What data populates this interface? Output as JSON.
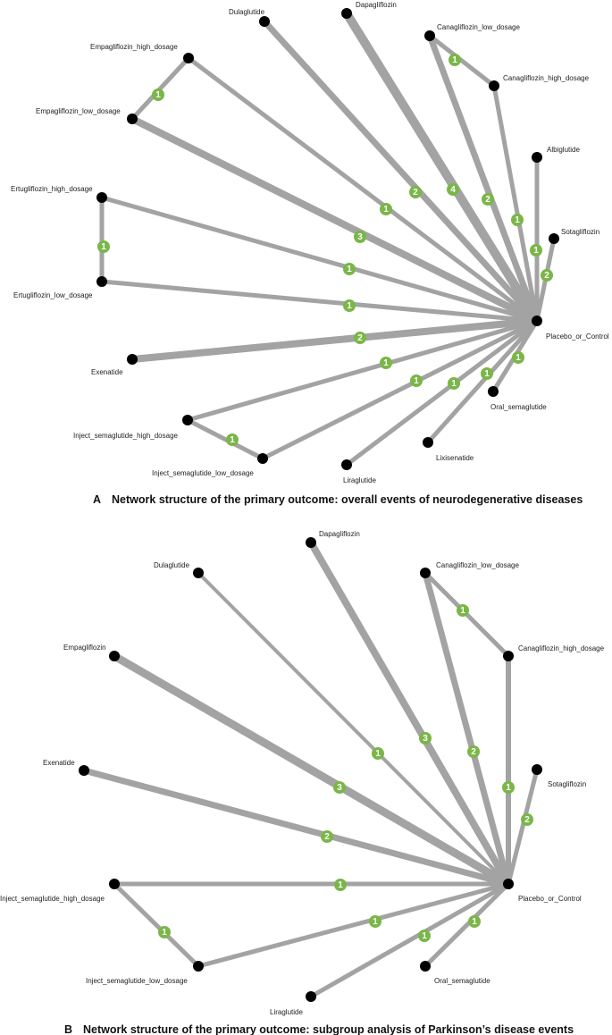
{
  "panels": [
    {
      "id": "A",
      "caption_letter": "A",
      "caption_text": "Network structure of the primary outcome: overall events of neurodegenerative diseases",
      "nodes": [
        {
          "id": "Dulaglutide",
          "label": "Dulaglutide"
        },
        {
          "id": "Dapagliflozin",
          "label": "Dapagliflozin"
        },
        {
          "id": "Canagliflozin_low_dosage",
          "label": "Canagliflozin_low_dosage"
        },
        {
          "id": "Canagliflozin_high_dosage",
          "label": "Canagliflozin_high_dosage"
        },
        {
          "id": "Empagliflozin_high_dosage",
          "label": "Empagliflozin_high_dosage"
        },
        {
          "id": "Empagliflozin_low_dosage",
          "label": "Empagliflozin_low_dosage"
        },
        {
          "id": "Albiglutide",
          "label": "Albiglutide"
        },
        {
          "id": "Ertugliflozin_high_dosage",
          "label": "Ertugliflozin_high_dosage"
        },
        {
          "id": "Sotagliflozin",
          "label": "Sotagliflozin"
        },
        {
          "id": "Ertugliflozin_low_dosage",
          "label": "Ertugliflozin_low_dosage"
        },
        {
          "id": "Placebo_or_Control",
          "label": "Placebo_or_Control"
        },
        {
          "id": "Exenatide",
          "label": "Exenatide"
        },
        {
          "id": "Oral_semaglutide",
          "label": "Oral_semaglutide"
        },
        {
          "id": "Inject_semaglutide_high_dosage",
          "label": "Inject_semaglutide_high_dosage"
        },
        {
          "id": "Inject_semaglutide_low_dosage",
          "label": "Inject_semaglutide_low_dosage"
        },
        {
          "id": "Lixisenatide",
          "label": "Lixisenatide"
        },
        {
          "id": "Liraglutide",
          "label": "Liraglutide"
        }
      ],
      "edges": [
        {
          "from": "Dulaglutide",
          "to": "Placebo_or_Control",
          "studies": "2"
        },
        {
          "from": "Dapagliflozin",
          "to": "Placebo_or_Control",
          "studies": "4"
        },
        {
          "from": "Canagliflozin_low_dosage",
          "to": "Placebo_or_Control",
          "studies": "2"
        },
        {
          "from": "Canagliflozin_low_dosage",
          "to": "Canagliflozin_high_dosage",
          "studies": "1"
        },
        {
          "from": "Canagliflozin_high_dosage",
          "to": "Placebo_or_Control",
          "studies": "1"
        },
        {
          "from": "Empagliflozin_high_dosage",
          "to": "Empagliflozin_low_dosage",
          "studies": "1"
        },
        {
          "from": "Empagliflozin_high_dosage",
          "to": "Placebo_or_Control",
          "studies": "1"
        },
        {
          "from": "Empagliflozin_low_dosage",
          "to": "Placebo_or_Control",
          "studies": "3"
        },
        {
          "from": "Albiglutide",
          "to": "Placebo_or_Control",
          "studies": "1"
        },
        {
          "from": "Sotagliflozin",
          "to": "Placebo_or_Control",
          "studies": "2"
        },
        {
          "from": "Ertugliflozin_high_dosage",
          "to": "Ertugliflozin_low_dosage",
          "studies": "1"
        },
        {
          "from": "Ertugliflozin_high_dosage",
          "to": "Placebo_or_Control",
          "studies": "1"
        },
        {
          "from": "Ertugliflozin_low_dosage",
          "to": "Placebo_or_Control",
          "studies": "1"
        },
        {
          "from": "Exenatide",
          "to": "Placebo_or_Control",
          "studies": "2"
        },
        {
          "from": "Inject_semaglutide_high_dosage",
          "to": "Placebo_or_Control",
          "studies": "1"
        },
        {
          "from": "Inject_semaglutide_high_dosage",
          "to": "Inject_semaglutide_low_dosage",
          "studies": "1"
        },
        {
          "from": "Inject_semaglutide_low_dosage",
          "to": "Placebo_or_Control",
          "studies": "1"
        },
        {
          "from": "Liraglutide",
          "to": "Placebo_or_Control",
          "studies": "1"
        },
        {
          "from": "Lixisenatide",
          "to": "Placebo_or_Control",
          "studies": "1"
        },
        {
          "from": "Oral_semaglutide",
          "to": "Placebo_or_Control",
          "studies": "1"
        }
      ]
    },
    {
      "id": "B",
      "caption_letter": "B",
      "caption_text": "Network structure of the primary outcome: subgroup analysis of Parkinson’s disease events",
      "nodes": [
        {
          "id": "Dapagliflozin",
          "label": "Dapagliflozin"
        },
        {
          "id": "Dulaglutide",
          "label": "Dulaglutide"
        },
        {
          "id": "Canagliflozin_low_dosage",
          "label": "Canagliflozin_low_dosage"
        },
        {
          "id": "Empagliflozin",
          "label": "Empagliflozin"
        },
        {
          "id": "Canagliflozin_high_dosage",
          "label": "Canagliflozin_high_dosage"
        },
        {
          "id": "Exenatide",
          "label": "Exenatide"
        },
        {
          "id": "Sotagliflozin",
          "label": "Sotagliflozin"
        },
        {
          "id": "Inject_semaglutide_high_dosage",
          "label": "Inject_semaglutide_high_dosage"
        },
        {
          "id": "Placebo_or_Control",
          "label": "Placebo_or_Control"
        },
        {
          "id": "Inject_semaglutide_low_dosage",
          "label": "Inject_semaglutide_low_dosage"
        },
        {
          "id": "Oral_semaglutide",
          "label": "Oral_semaglutide"
        },
        {
          "id": "Liraglutide",
          "label": "Liraglutide"
        }
      ],
      "edges": [
        {
          "from": "Dapagliflozin",
          "to": "Placebo_or_Control",
          "studies": "3"
        },
        {
          "from": "Dulaglutide",
          "to": "Placebo_or_Control",
          "studies": "1"
        },
        {
          "from": "Canagliflozin_low_dosage",
          "to": "Placebo_or_Control",
          "studies": "2"
        },
        {
          "from": "Canagliflozin_low_dosage",
          "to": "Canagliflozin_high_dosage",
          "studies": "1"
        },
        {
          "from": "Canagliflozin_high_dosage",
          "to": "Placebo_or_Control",
          "studies": "1"
        },
        {
          "from": "Empagliflozin",
          "to": "Placebo_or_Control",
          "studies": "3"
        },
        {
          "from": "Exenatide",
          "to": "Placebo_or_Control",
          "studies": "2"
        },
        {
          "from": "Sotagliflozin",
          "to": "Placebo_or_Control",
          "studies": "2"
        },
        {
          "from": "Inject_semaglutide_high_dosage",
          "to": "Placebo_or_Control",
          "studies": "1"
        },
        {
          "from": "Inject_semaglutide_high_dosage",
          "to": "Inject_semaglutide_low_dosage",
          "studies": "1"
        },
        {
          "from": "Inject_semaglutide_low_dosage",
          "to": "Placebo_or_Control",
          "studies": "1"
        },
        {
          "from": "Liraglutide",
          "to": "Placebo_or_Control",
          "studies": "1"
        },
        {
          "from": "Oral_semaglutide",
          "to": "Placebo_or_Control",
          "studies": "1"
        }
      ]
    }
  ],
  "colors": {
    "edge": "#a3a3a3",
    "node": "#000000",
    "badge": "#7ab648",
    "badge_text": "#ffffff"
  }
}
